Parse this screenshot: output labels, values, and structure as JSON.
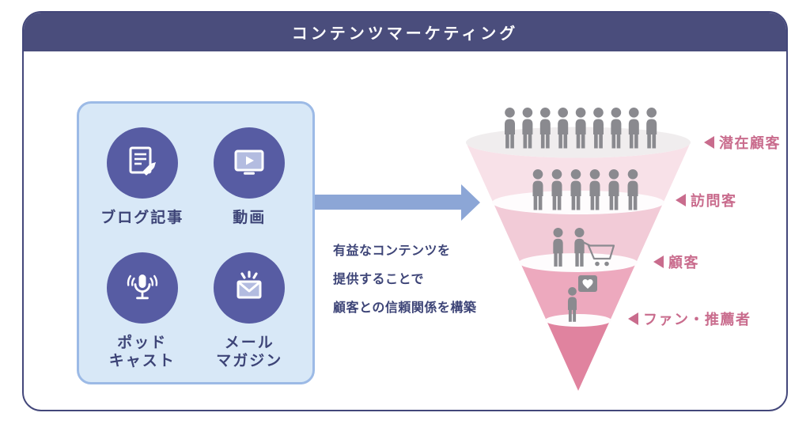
{
  "header": {
    "title": "コンテンツマーケティング"
  },
  "content_box": {
    "items": [
      {
        "icon": "blog-article-icon",
        "label_lines": [
          "ブログ記事"
        ]
      },
      {
        "icon": "video-icon",
        "label_lines": [
          "動画"
        ]
      },
      {
        "icon": "podcast-icon",
        "label_lines": [
          "ポッド",
          "キャスト"
        ]
      },
      {
        "icon": "mail-magazine-icon",
        "label_lines": [
          "メール",
          "マガジン"
        ]
      }
    ]
  },
  "message": {
    "lines": [
      "有益なコンテンツを",
      "提供することで",
      "顧客との信頼関係を構築"
    ]
  },
  "funnel": {
    "levels": [
      {
        "label": "潜在顧客",
        "people_count": 9
      },
      {
        "label": "訪問客",
        "people_count": 6
      },
      {
        "label": "顧客",
        "people_count": 2
      },
      {
        "label": "ファン・推薦者",
        "people_count": 1
      }
    ]
  },
  "colors": {
    "header_bg": "#4A4D7C",
    "header_text": "#FFFFFF",
    "box_bg": "#D8E8F7",
    "box_border": "#9CBAE6",
    "icon_circle": "#575CA3",
    "icon_screen_fill": "#B3BCE0",
    "body_text": "#3D4477",
    "arrow": "#8CA6D6",
    "funnel_top_ellipse": "#F0EDEE",
    "funnel_bands": [
      "#F8E1E8",
      "#F2CBD7",
      "#EDA9BE",
      "#E0839F"
    ],
    "funnel_label": "#C96C8D",
    "people": "#8A8A8F"
  }
}
